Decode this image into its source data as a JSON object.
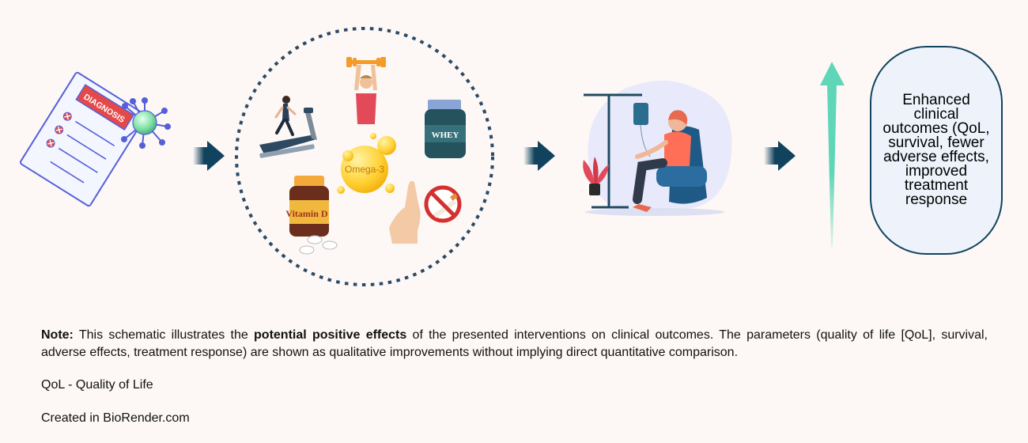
{
  "diagnosis_label": "DIAGNOSIS",
  "supplement_labels": {
    "whey": "WHEY",
    "omega": "Omega-3",
    "vitamin": "Vitamin D"
  },
  "outcome_text": "Enhanced clinical outcomes (QoL, survival, fewer adverse effects, improved treatment response",
  "note": {
    "lead": "Note:",
    "before": " This schematic illustrates the ",
    "emphasis": "potential positive effects",
    "after": " of the presented interventions on clinical outcomes. The parameters (quality of life [QoL], survival, adverse effects, treatment response) are shown as qualitative improvements without implying direct quantitative comparison."
  },
  "abbreviation": "QoL - Quality of Life",
  "credit": "Created in BioRender.com",
  "colors": {
    "navy": "#12435e",
    "teal": "#5fd6b8",
    "background": "#fdf8f5",
    "box_fill": "#eef3fb"
  }
}
